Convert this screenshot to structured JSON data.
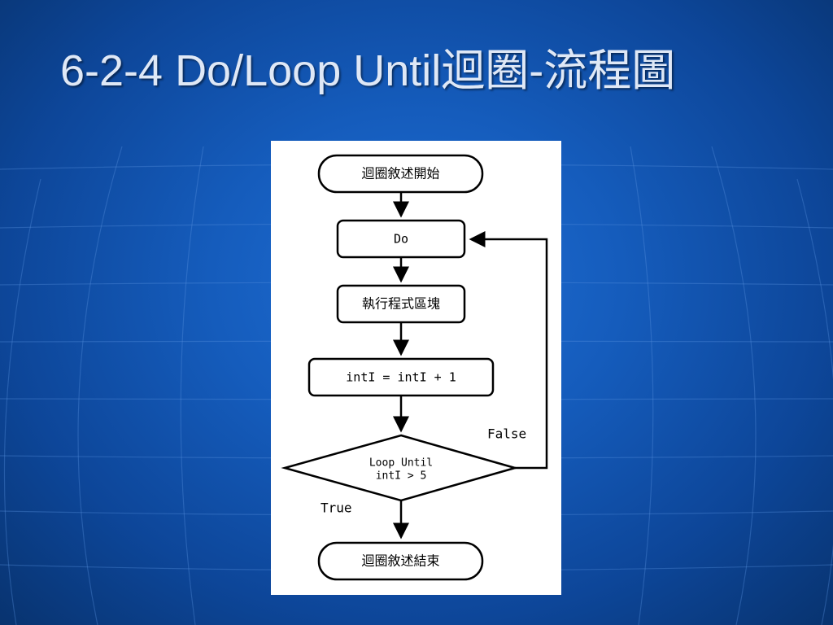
{
  "slide": {
    "title": "6-2-4 Do/Loop Until迴圈-流程圖"
  },
  "flowchart": {
    "start_label": "迴圈敘述開始",
    "do_label": "Do",
    "block_label": "執行程式區塊",
    "increment_label": "intI = intI + 1",
    "condition_line1": "Loop Until",
    "condition_line2": "intI > 5",
    "false_label": "False",
    "true_label": "True",
    "end_label": "迴圈敘述結束"
  },
  "colors": {
    "background_center": "#1f6fd6",
    "background_edge": "#08336f",
    "title_text": "#dfe8f6",
    "panel": "#ffffff",
    "stroke": "#000000"
  }
}
